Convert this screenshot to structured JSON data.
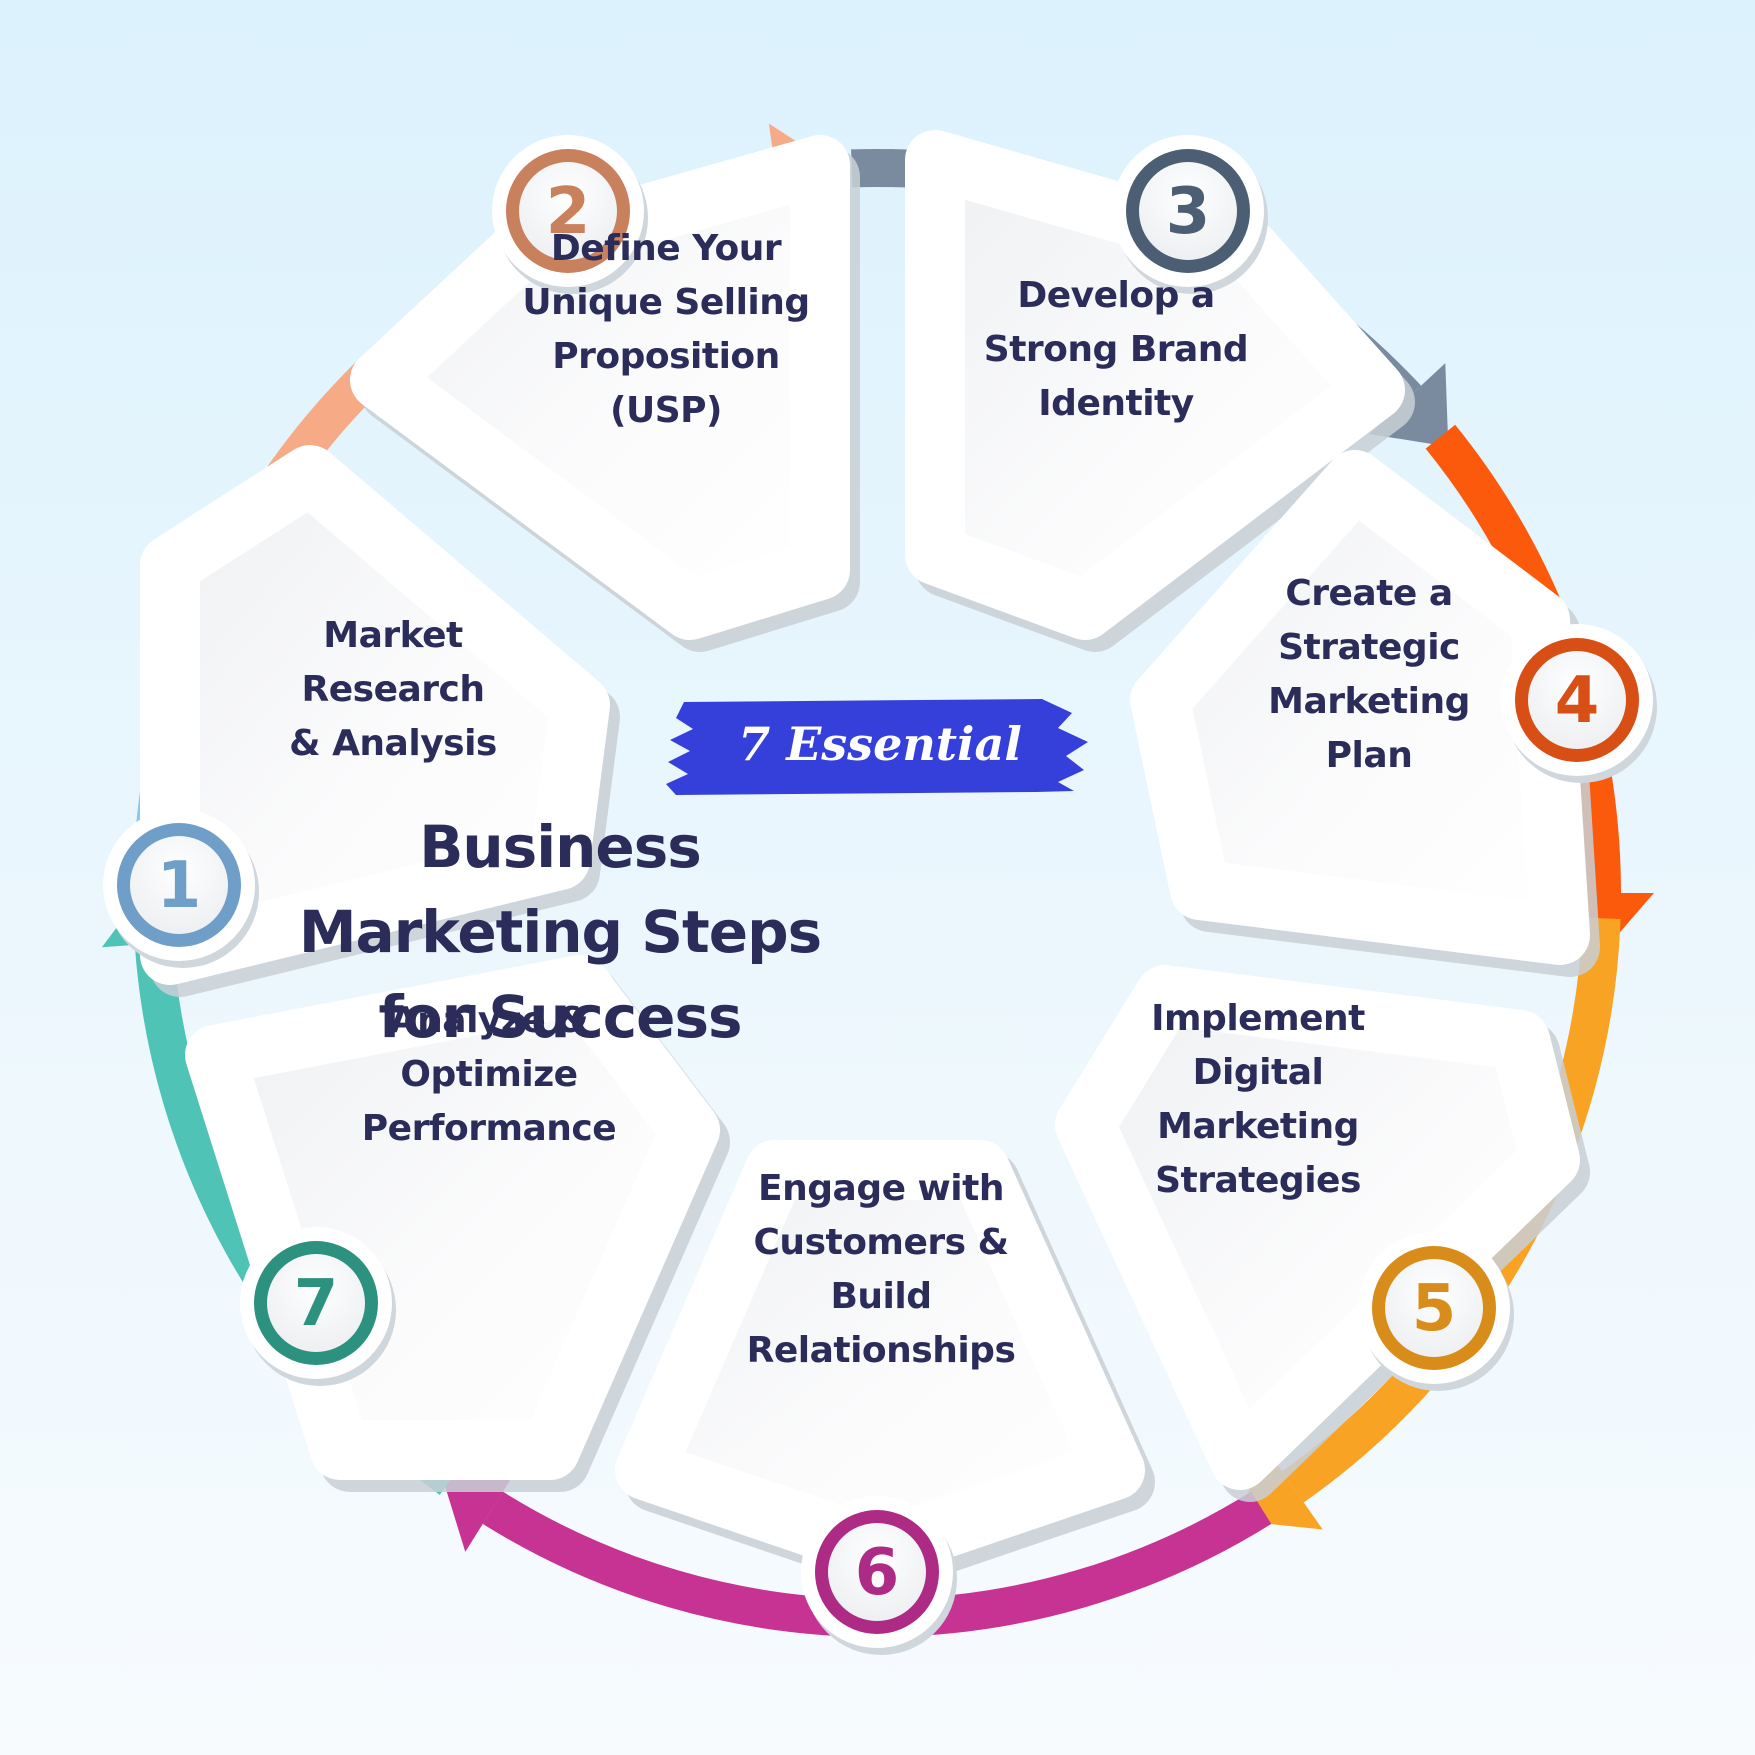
{
  "header": {
    "tag": "7 Essential",
    "title": [
      "Business",
      "Marketing Steps",
      "for Success"
    ]
  },
  "steps": [
    {
      "number": "1",
      "lines": [
        "Market",
        "Research",
        "& Analysis"
      ],
      "color": "#8cc8ee"
    },
    {
      "number": "2",
      "lines": [
        "Define Your",
        "Unique Selling",
        "Proposition",
        "(USP)"
      ],
      "color": "#f6aa86"
    },
    {
      "number": "3",
      "lines": [
        "Develop a",
        "Strong Brand",
        "Identity"
      ],
      "color": "#7a8ba0"
    },
    {
      "number": "4",
      "lines": [
        "Create a",
        "Strategic",
        "Marketing",
        "Plan"
      ],
      "color": "#fb5a0c"
    },
    {
      "number": "5",
      "lines": [
        "Implement",
        "Digital",
        "Marketing",
        "Strategies"
      ],
      "color": "#f9a325"
    },
    {
      "number": "6",
      "lines": [
        "Engage with",
        "Customers &",
        "Build",
        "Relationships"
      ],
      "color": "#c63393"
    },
    {
      "number": "7",
      "lines": [
        "Analyze &",
        "Optimize",
        "Performance"
      ],
      "color": "#4fc3b5"
    }
  ],
  "number_colors": {
    "ring": [
      "#6f9fc8",
      "#c9805c",
      "#4c5e73",
      "#d84f16",
      "#d88d1a",
      "#ad2a85",
      "#2d9180"
    ]
  },
  "tag_color": "#3540db",
  "text_color": "#2b2c5a"
}
